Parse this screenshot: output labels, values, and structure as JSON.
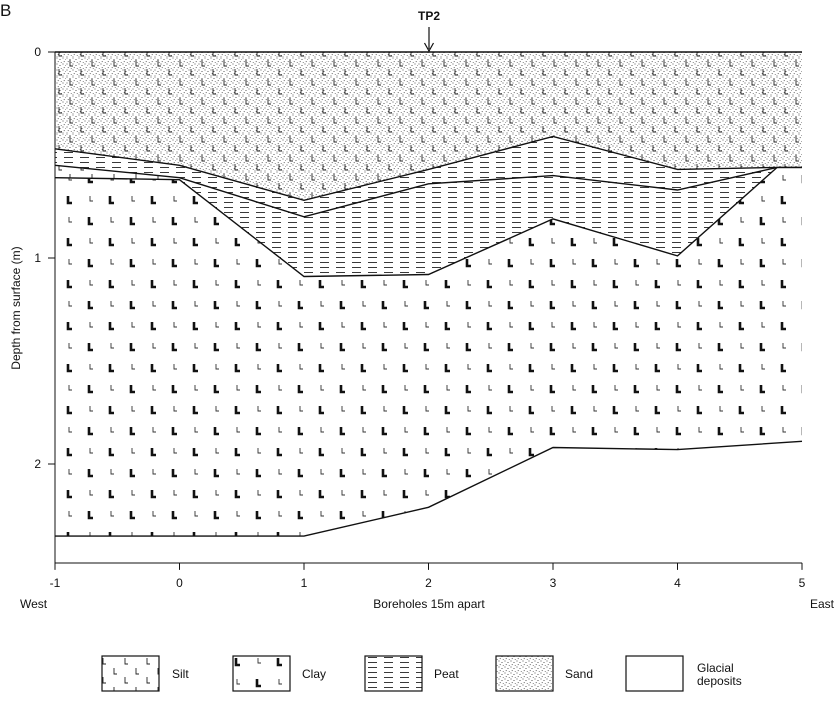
{
  "panel_label": "B",
  "marker": {
    "label": "TP2",
    "borehole": 2
  },
  "axes": {
    "y_label": "Depth from surface (m)",
    "x_label": "Boreholes 15m apart",
    "west": "West",
    "east": "East",
    "x_ticks": [
      "-1",
      "0",
      "1",
      "2",
      "3",
      "4",
      "5"
    ],
    "y_ticks": [
      "0",
      "1",
      "2"
    ]
  },
  "legend": [
    {
      "id": "silt",
      "label": "Silt"
    },
    {
      "id": "clay",
      "label": "Clay"
    },
    {
      "id": "peat",
      "label": "Peat"
    },
    {
      "id": "sand",
      "label": "Sand"
    },
    {
      "id": "glacial",
      "label": "Glacial deposits"
    }
  ],
  "section": {
    "x_range": [
      -1,
      5
    ],
    "depth_range": [
      0,
      2.48
    ],
    "boundaries": {
      "surface": [
        [
          -1,
          0
        ],
        [
          5,
          0
        ]
      ],
      "sand_base": [
        [
          -1,
          0.47
        ],
        [
          0,
          0.55
        ],
        [
          1,
          0.72
        ],
        [
          2,
          0.57
        ],
        [
          3,
          0.41
        ],
        [
          4,
          0.57
        ],
        [
          4.8,
          0.56
        ]
      ],
      "upper_peat_base": [
        [
          -1,
          0.55
        ],
        [
          0,
          0.61
        ],
        [
          1,
          0.8
        ],
        [
          2,
          0.64
        ],
        [
          3,
          0.6
        ],
        [
          4,
          0.67
        ],
        [
          4.8,
          0.56
        ]
      ],
      "upper_base": [
        [
          -1,
          0.61
        ],
        [
          0,
          0.62
        ],
        [
          1,
          1.09
        ],
        [
          2,
          1.08
        ],
        [
          3,
          0.81
        ],
        [
          4,
          0.99
        ],
        [
          4.8,
          0.56
        ]
      ],
      "silt_wedge_top": [
        [
          0,
          0.62
        ],
        [
          1,
          0.8
        ],
        [
          2,
          0.64
        ],
        [
          3,
          0.6
        ],
        [
          4,
          0.67
        ],
        [
          4.8,
          0.56
        ]
      ],
      "fine_base": [
        [
          -1,
          2.35
        ],
        [
          1,
          2.35
        ],
        [
          2,
          2.21
        ],
        [
          3,
          1.92
        ],
        [
          4,
          1.93
        ],
        [
          5,
          1.89
        ]
      ]
    }
  }
}
